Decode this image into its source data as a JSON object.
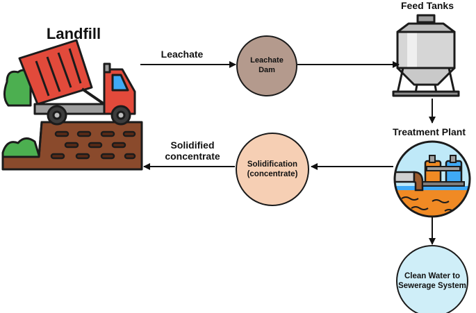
{
  "diagram": {
    "landfill_title": "Landfill",
    "feed_tanks_title": "Feed Tanks",
    "treatment_plant_title": "Treatment Plant",
    "edge_leachate": "Leachate",
    "edge_solidified_line1": "Solidified",
    "edge_solidified_line2": "concentrate",
    "node_leachate_dam_line1": "Leachate",
    "node_leachate_dam_line2": "Dam",
    "node_solidification_line1": "Solidification",
    "node_solidification_line2": "(concentrate)",
    "node_clean_water_line1": "Clean Water to",
    "node_clean_water_line2": "Sewerage System"
  },
  "colors": {
    "leachate_dam_fill": "#b49a8d",
    "solidification_fill": "#f6cfb4",
    "clean_water_fill": "#cfeef8",
    "truck_red": "#e24a3b",
    "soil_brown": "#8a4a2c",
    "tank_grey": "#c9c9c9",
    "arrow": "#111111"
  },
  "icons": [
    "landfill-truck-icon",
    "feed-tank-icon",
    "treatment-plant-icon"
  ]
}
